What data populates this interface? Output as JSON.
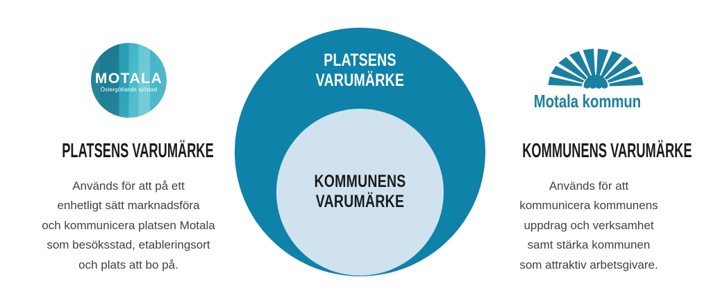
{
  "colors": {
    "teal": "#0e82a8",
    "lightblue": "#cfe2ed",
    "logoteal": "#1b7fa0",
    "heading": "#1c1c1c",
    "bodytext": "#414141"
  },
  "left": {
    "logo": {
      "wordmark": "MOTALA",
      "tagline": "Östergötlands sjöstad"
    },
    "heading": "PLATSENS VARUMÄRKE",
    "body": "Används för att på ett\nenhetligt sätt marknadsföra\noch kommunicera platsen Motala\nsom besöksstad, etableringsort\noch plats att bo på."
  },
  "diagram": {
    "outer_label": "PLATSENS\nVARUMÄRKE",
    "inner_label": "KOMMUNENS\nVARUMÄRKE"
  },
  "right": {
    "logo_wordmark": "Motala kommun",
    "heading": "KOMMUNENS VARUMÄRKE",
    "body": "Används för att\nkommunicera kommunens\nuppdrag och verksamhet\nsamt stärka kommunen\nsom attraktiv arbetsgivare."
  }
}
